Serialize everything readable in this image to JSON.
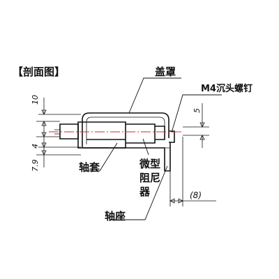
{
  "title": "【剖面图】",
  "labels": {
    "cover": "盖罩",
    "screw": "M4沉头螺钉",
    "sleeve": "轴套",
    "damper_1": "微型",
    "damper_2": "阻尼",
    "damper_3": "器",
    "base": "轴座"
  },
  "dimensions": {
    "d10": "10",
    "d4": "4",
    "d79": "7.9",
    "d5": "5",
    "d8": "(8)"
  },
  "colors": {
    "line": "#111111",
    "centerline": "#d62728"
  }
}
